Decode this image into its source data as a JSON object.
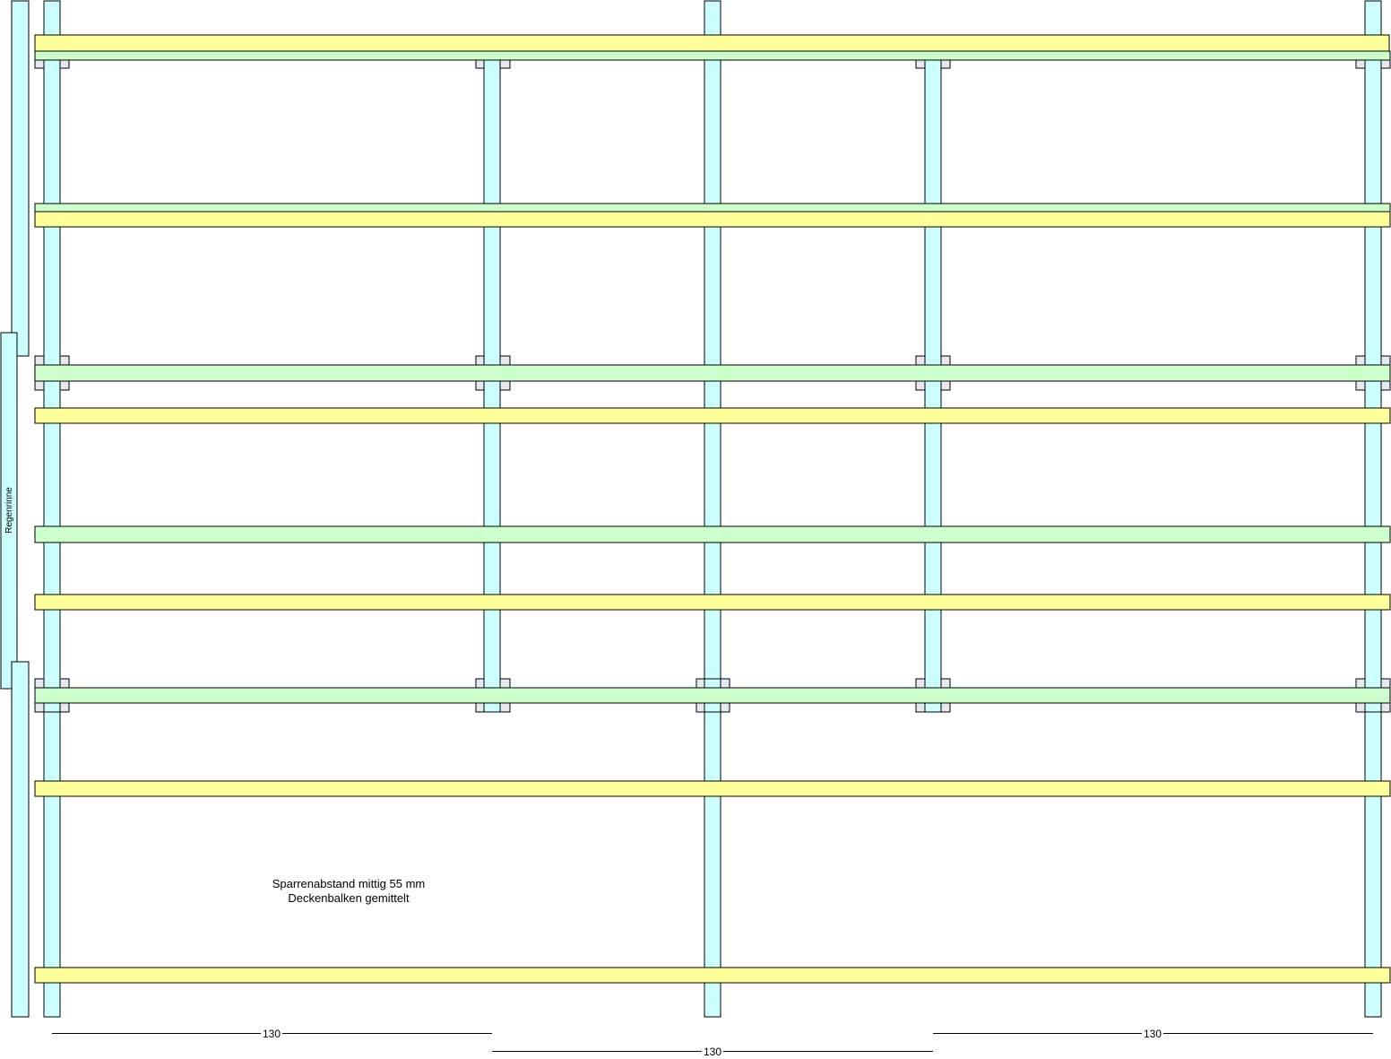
{
  "colors": {
    "post_fill": "#ccffff",
    "rafter_fill": "#ccffcc",
    "purlin_fill": "#ffff99",
    "stroke": "#000000",
    "bracket_fill": "#e8e8f0"
  },
  "gutter": {
    "label": "Regenrinne"
  },
  "note": {
    "line1": "Sparrenabstand mittig 55 mm",
    "line2": "Deckenbalken gemittelt"
  },
  "dimensions": [
    {
      "label": "130"
    },
    {
      "label": "130"
    },
    {
      "label": "130"
    }
  ]
}
